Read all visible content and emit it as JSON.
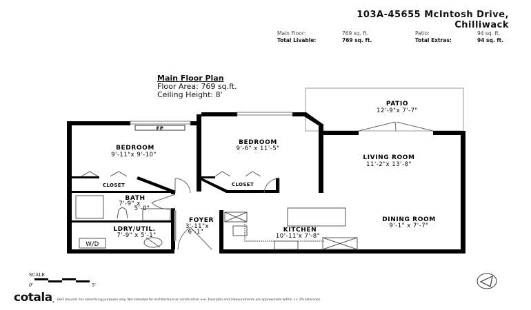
{
  "header": {
    "address_line1": "103A-45655 McIntosh Drive,",
    "address_line2": "Chilliwack",
    "main_floor_label": "Main Floor:",
    "main_floor_value": "769 sq. ft.",
    "patio_label": "Patio:",
    "patio_value": "94 sq. ft.",
    "total_livable_label": "Total Livable:",
    "total_livable_value": "769 sq. ft.",
    "total_extras_label": "Total Extras:",
    "total_extras_value": "94 sq. ft."
  },
  "plan": {
    "title": "Main Floor Plan",
    "floor_area": "Floor Area: 769 sq.ft.",
    "ceiling_height": "Ceiling Height: 8'"
  },
  "rooms": {
    "bedroom1": {
      "name": "BEDROOM",
      "dims": "9'-11\"x 9'-10\""
    },
    "bedroom2": {
      "name": "BEDROOM",
      "dims": "9'-6\" x 11'-5\""
    },
    "patio": {
      "name": "PATIO",
      "dims": "12'-9\"x 7'-7\""
    },
    "living": {
      "name": "LIVING ROOM",
      "dims": "11'-2\"x 13'-8\""
    },
    "dining": {
      "name": "DINING ROOM",
      "dims": "9'-1\" x 7'-7\""
    },
    "kitchen": {
      "name": "KITCHEN",
      "dims": "10'-11'x 7'-8\""
    },
    "foyer": {
      "name": "FOYER",
      "dims1": "3'-11\"x",
      "dims2": "6'-1\""
    },
    "bath": {
      "name": "BATH",
      "dims1": "7'-9\" x",
      "dims2": "5'-0\""
    },
    "laundry": {
      "name": "LDRY/UTIL.",
      "dims": "7'-9\" x 5'-1\""
    },
    "closet1": {
      "name": "CLOSET"
    },
    "closet2": {
      "name": "CLOSET"
    },
    "fireplace": "FP",
    "washer_dryer": "W/D"
  },
  "scale": {
    "label": "SCALE",
    "start": "0'",
    "end": "5'"
  },
  "footer": {
    "logo": "cotala",
    "disclaimer": "E&O Insured. For advertising purposes only. Not intended for architectural or construction use. Floorplan and measurements are approximate within +/- 2% tolerance."
  }
}
